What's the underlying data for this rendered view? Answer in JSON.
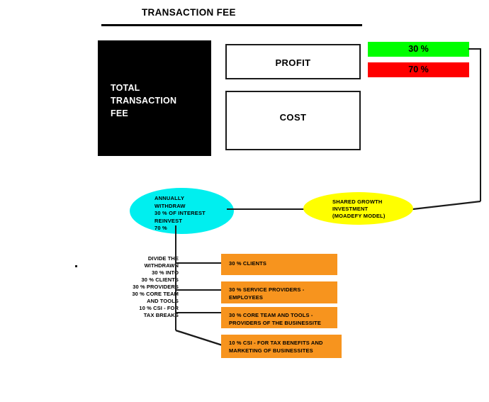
{
  "diagram": {
    "title": "TRANSACTION FEE",
    "total_box": {
      "label": "TOTAL\nTRANSACTION\nFEE"
    },
    "split_boxes": [
      {
        "label": "PROFIT"
      },
      {
        "label": "COST"
      }
    ],
    "percentages": [
      {
        "label": "30 %",
        "color": "#00ff00"
      },
      {
        "label": "70 %",
        "color": "#ff0000"
      }
    ],
    "cyan_node": {
      "label": "ANNUALLY\nWITHDRAW\n30 % OF INTEREST\nREINVEST\n70 %",
      "color": "#00efef"
    },
    "yellow_node": {
      "label": "SHARED GROWTH\nINVESTMENT\n(MOADEFY MODEL)",
      "color": "#ffff00"
    },
    "divide_note": "DIVIDE THE\nWITHDRAWN\n30 % INTO\n30 % CLIENTS\n30 % PROVIDERS\n30 % CORE TEAM\nAND TOOLS\n10 % CSI - FOR\nTAX BREAKS",
    "allocations": [
      {
        "label": "30 % CLIENTS"
      },
      {
        "label": "30 % SERVICE PROVIDERS -\nEMPLOYEES"
      },
      {
        "label": "30 % CORE TEAM AND TOOLS -\nPROVIDERS OF THE BUSINESSITE"
      },
      {
        "label": "10 % CSI - FOR TAX BENEFITS AND\nMARKETING OF BUSINESSITES"
      }
    ],
    "allocation_color": "#f7941e"
  }
}
